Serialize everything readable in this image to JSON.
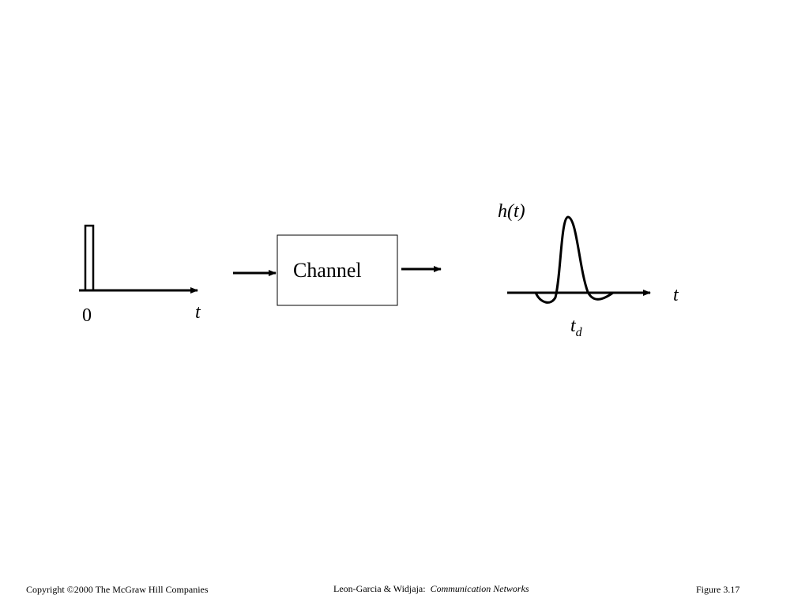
{
  "input_signal": {
    "origin_label": "0",
    "axis_label": "t"
  },
  "channel": {
    "label": "Channel"
  },
  "output_signal": {
    "function_label_h": "h",
    "function_label_paren_open": "(",
    "function_label_t": "t",
    "function_label_paren_close": ")",
    "axis_label": "t",
    "delay_label_base": "t",
    "delay_label_sub": "d"
  },
  "footer": {
    "copyright": "Copyright ©2000 The McGraw Hill Companies",
    "authors": "Leon-Garcia & Widjaja:",
    "book_title": "Communication Networks",
    "figure": "Figure 3.17"
  },
  "colors": {
    "stroke": "#000000",
    "background": "#ffffff"
  }
}
